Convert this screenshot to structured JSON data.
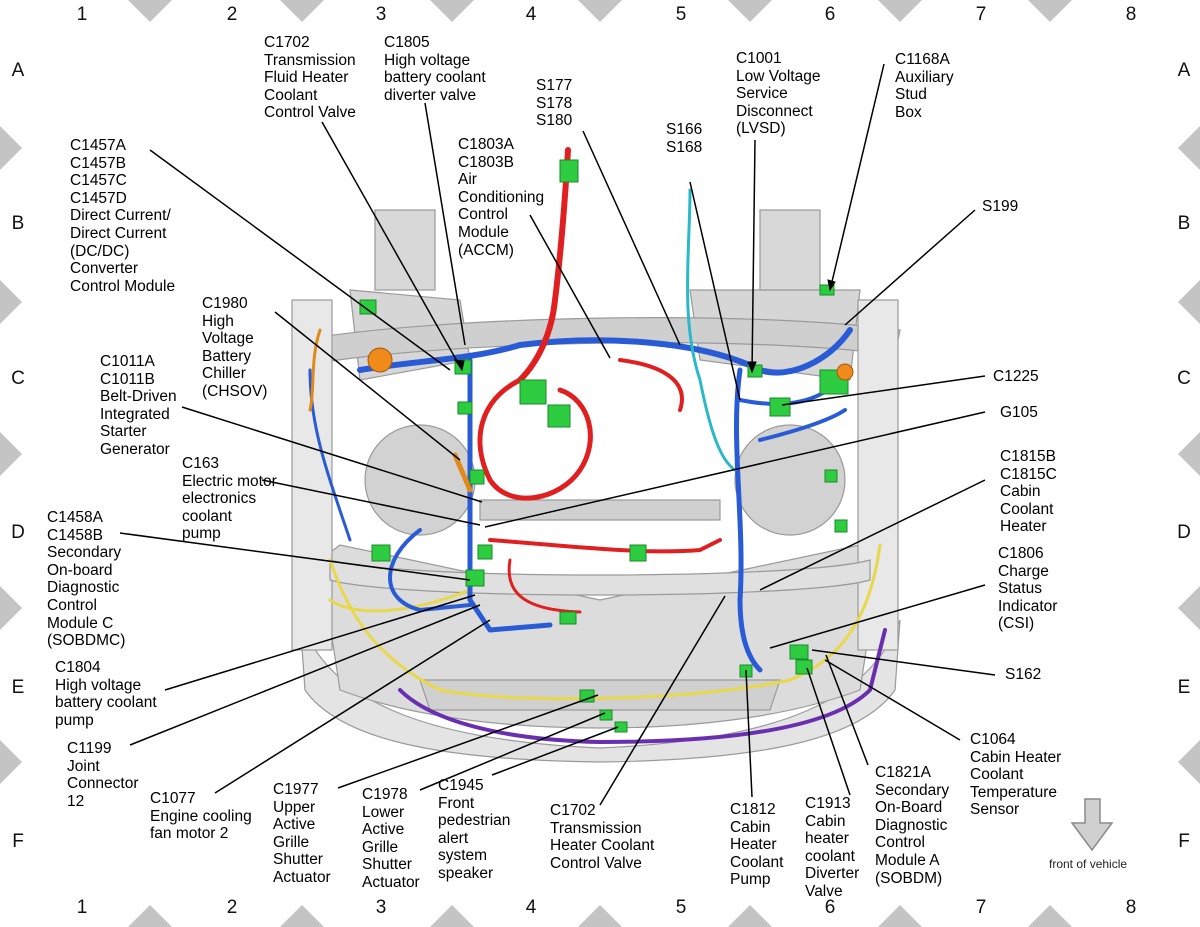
{
  "grid": {
    "columns": [
      "1",
      "2",
      "3",
      "4",
      "5",
      "6",
      "7",
      "8"
    ],
    "rows": [
      "A",
      "B",
      "C",
      "D",
      "E",
      "F"
    ]
  },
  "labels": [
    {
      "id": "c1702-top",
      "text": "C1702\nTransmission\nFluid Heater\nCoolant\nControl Valve"
    },
    {
      "id": "c1805",
      "text": "C1805\nHigh voltage\nbattery coolant\ndiverter valve"
    },
    {
      "id": "s177",
      "text": "S177\nS178\nS180"
    },
    {
      "id": "c1001",
      "text": "C1001\nLow Voltage\nService\nDisconnect\n(LVSD)"
    },
    {
      "id": "c1168a",
      "text": "C1168A\nAuxiliary\nStud\nBox"
    },
    {
      "id": "c1457",
      "text": "C1457A\nC1457B\nC1457C\nC1457D\nDirect Current/\nDirect Current\n(DC/DC)\nConverter\nControl Module"
    },
    {
      "id": "c1803",
      "text": "C1803A\nC1803B\nAir\nConditioning\nControl\nModule\n(ACCM)"
    },
    {
      "id": "s166",
      "text": "S166\nS168"
    },
    {
      "id": "s199",
      "text": "S199"
    },
    {
      "id": "c1980",
      "text": "C1980\nHigh\nVoltage\nBattery\nChiller\n(CHSOV)"
    },
    {
      "id": "c1011",
      "text": "C1011A\nC1011B\nBelt-Driven\nIntegrated\nStarter\nGenerator"
    },
    {
      "id": "c1225",
      "text": "C1225"
    },
    {
      "id": "g105",
      "text": "G105"
    },
    {
      "id": "c163",
      "text": "C163\nElectric motor\nelectronics\ncoolant\npump"
    },
    {
      "id": "c1815",
      "text": "C1815B\nC1815C\nCabin\nCoolant\nHeater"
    },
    {
      "id": "c1458",
      "text": "C1458A\nC1458B\nSecondary\nOn-board\nDiagnostic\nControl\nModule C\n(SOBDMC)"
    },
    {
      "id": "c1806",
      "text": "C1806\nCharge\nStatus\nIndicator\n(CSI)"
    },
    {
      "id": "c1804",
      "text": "C1804\nHigh voltage\nbattery coolant\npump"
    },
    {
      "id": "s162",
      "text": "S162"
    },
    {
      "id": "c1199",
      "text": "C1199\nJoint\nConnector\n12"
    },
    {
      "id": "c1064",
      "text": "C1064\nCabin Heater\nCoolant\nTemperature\nSensor"
    },
    {
      "id": "c1077",
      "text": "C1077\nEngine cooling\nfan motor 2"
    },
    {
      "id": "c1977",
      "text": "C1977\nUpper\nActive\nGrille\nShutter\nActuator"
    },
    {
      "id": "c1978",
      "text": "C1978\nLower\nActive\nGrille\nShutter\nActuator"
    },
    {
      "id": "c1945",
      "text": "C1945\nFront\npedestrian\nalert\nsystem\nspeaker"
    },
    {
      "id": "c1702-bottom",
      "text": "C1702\nTransmission\nHeater Coolant\nControl Valve"
    },
    {
      "id": "c1812",
      "text": "C1812\nCabin\nHeater\nCoolant\nPump"
    },
    {
      "id": "c1913",
      "text": "C1913\nCabin\nheater\ncoolant\nDiverter\nValve"
    },
    {
      "id": "c1821a",
      "text": "C1821A\nSecondary\nOn-Board\nDiagnostic\nControl\nModule A\n(SOBDM)"
    }
  ],
  "front_indicator": "front of vehicle",
  "colors": {
    "harness_blue": "#2a5bd7",
    "harness_red": "#e02020",
    "harness_yellow": "#e8d84a",
    "harness_purple": "#6a2fb0",
    "harness_cyan": "#2bb8c8",
    "connector_green": "#2ecc40",
    "frame_grey": "#c8c8c8",
    "marker_grey": "#c4c4c4"
  }
}
